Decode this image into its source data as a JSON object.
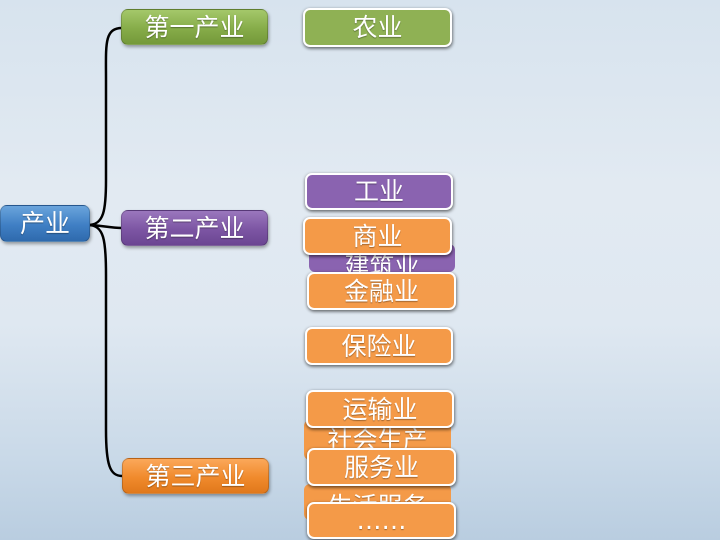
{
  "root": {
    "label": "产业"
  },
  "categories": {
    "primary": {
      "label": "第一产业"
    },
    "secondary": {
      "label": "第二产业"
    },
    "tertiary": {
      "label": "第三产业"
    }
  },
  "leaves": {
    "agriculture": {
      "label": "农业"
    },
    "industry": {
      "label": "工业"
    },
    "construction": {
      "label": "建筑业"
    },
    "commerce": {
      "label": "商业"
    },
    "finance": {
      "label": "金融业"
    },
    "insurance": {
      "label": "保险业"
    },
    "transport": {
      "label": "运输业"
    },
    "social_production": {
      "label": "社会生产"
    },
    "services": {
      "label": "服务业"
    },
    "life_services": {
      "label": "生活服务"
    },
    "more": {
      "label": "……"
    }
  },
  "colors": {
    "root": "#3f7fc4",
    "primary": "#86ac49",
    "secondary": "#7c55a3",
    "tertiary": "#f08a2c",
    "connector": "#000000"
  }
}
